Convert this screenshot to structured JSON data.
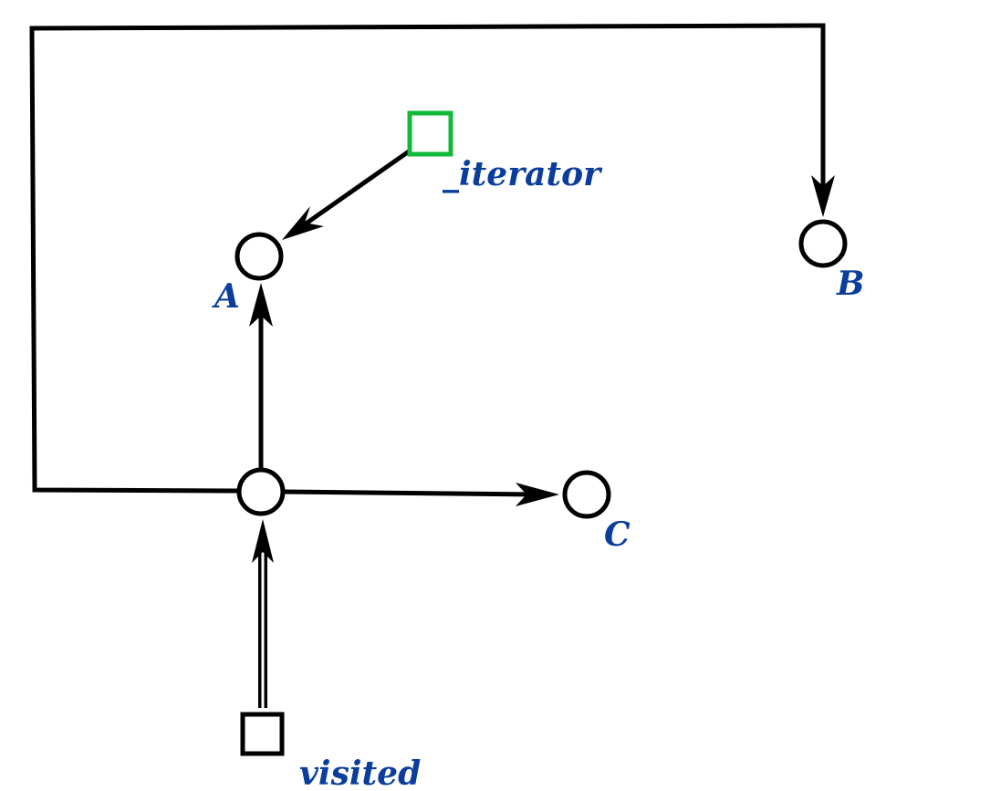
{
  "colors": {
    "label": "#0b3d9c",
    "edge": "#000000",
    "iterator_box": "#13b83a",
    "visited_box": "#000000"
  },
  "labels": {
    "iterator": "_iterator",
    "a": "A",
    "b": "B",
    "c": "C",
    "visited": "visited"
  },
  "nodes": [
    "A",
    "B",
    "C",
    "center",
    "_iterator",
    "visited"
  ],
  "edges": [
    {
      "from": "_iterator",
      "to": "A",
      "style": "single"
    },
    {
      "from": "center",
      "to": "A",
      "style": "single"
    },
    {
      "from": "center",
      "to": "C",
      "style": "single"
    },
    {
      "from": "center",
      "to": "B",
      "style": "single"
    },
    {
      "from": "visited",
      "to": "center",
      "style": "double"
    }
  ]
}
